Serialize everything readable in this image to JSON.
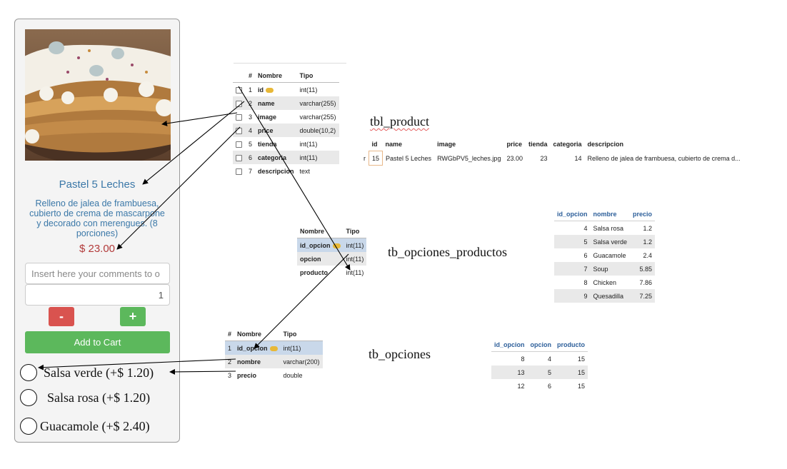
{
  "product_card": {
    "title": "Pastel 5 Leches",
    "description": "Relleno de jalea de frambuesa, cubierto de crema de mascarpone y decorado con merengues. (8 porciones)",
    "price": "$ 23.00",
    "comments_placeholder": "Insert here your comments to o",
    "quantity": "1",
    "minus_label": "-",
    "plus_label": "+",
    "add_to_cart_label": "Add to Cart",
    "options": [
      {
        "label": "Salsa verde (+$ 1.20)"
      },
      {
        "label": "Salsa rosa (+$ 1.20)"
      },
      {
        "label": "Guacamole (+$ 2.40)"
      }
    ]
  },
  "product_schema": {
    "headers": [
      "#",
      "Nombre",
      "Tipo"
    ],
    "rows": [
      {
        "n": "1",
        "nombre": "id",
        "tipo": "int(11)"
      },
      {
        "n": "2",
        "nombre": "name",
        "tipo": "varchar(255)"
      },
      {
        "n": "3",
        "nombre": "image",
        "tipo": "varchar(255)"
      },
      {
        "n": "4",
        "nombre": "price",
        "tipo": "double(10,2)"
      },
      {
        "n": "5",
        "nombre": "tienda",
        "tipo": "int(11)"
      },
      {
        "n": "6",
        "nombre": "categoria",
        "tipo": "int(11)"
      },
      {
        "n": "7",
        "nombre": "descripcion",
        "tipo": "text"
      }
    ]
  },
  "tbl_product": {
    "label": "tbl_product",
    "headers": [
      "id",
      "name",
      "image",
      "price",
      "tienda",
      "categoria",
      "descripcion"
    ],
    "row": {
      "marker": "r",
      "id": "15",
      "name": "Pastel 5 Leches",
      "image": "RWGbPV5_leches.jpg",
      "price": "23.00",
      "tienda": "23",
      "categoria": "14",
      "descripcion": "Relleno de jalea de frambuesa, cubierto de crema d..."
    }
  },
  "opciones_productos_schema": {
    "headers": [
      "Nombre",
      "Tipo"
    ],
    "rows": [
      {
        "nombre": "id_opcion",
        "tipo": "int(11)"
      },
      {
        "nombre": "opcion",
        "tipo": "int(11)"
      },
      {
        "nombre": "producto",
        "tipo": "int(11)"
      }
    ]
  },
  "tb_opciones_productos": {
    "label": "tb_opciones_productos",
    "headers": [
      "id_opcion",
      "opcion",
      "producto"
    ],
    "rows": [
      {
        "id_opcion": "8",
        "opcion": "4",
        "producto": "15"
      },
      {
        "id_opcion": "13",
        "opcion": "5",
        "producto": "15"
      },
      {
        "id_opcion": "12",
        "opcion": "6",
        "producto": "15"
      }
    ]
  },
  "opciones_schema": {
    "headers": [
      "#",
      "Nombre",
      "Tipo"
    ],
    "rows": [
      {
        "n": "1",
        "nombre": "id_opcion",
        "tipo": "int(11)"
      },
      {
        "n": "2",
        "nombre": "nombre",
        "tipo": "varchar(200)"
      },
      {
        "n": "3",
        "nombre": "precio",
        "tipo": "double"
      }
    ]
  },
  "tb_opciones": {
    "label": "tb_opciones",
    "headers": [
      "id_opcion",
      "nombre",
      "precio"
    ],
    "rows": [
      {
        "id_opcion": "4",
        "nombre": "Salsa rosa",
        "precio": "1.2"
      },
      {
        "id_opcion": "5",
        "nombre": "Salsa verde",
        "precio": "1.2"
      },
      {
        "id_opcion": "6",
        "nombre": "Guacamole",
        "precio": "2.4"
      },
      {
        "id_opcion": "7",
        "nombre": "Soup",
        "precio": "5.85"
      },
      {
        "id_opcion": "8",
        "nombre": "Chicken",
        "precio": "7.86"
      },
      {
        "id_opcion": "9",
        "nombre": "Quesadilla",
        "precio": "7.25"
      }
    ]
  },
  "colors": {
    "link_blue": "#3b78a8",
    "price_red": "#b23a3a",
    "button_green": "#5cb85c",
    "button_red": "#d9534f",
    "header_blue": "#2d5f9a"
  }
}
